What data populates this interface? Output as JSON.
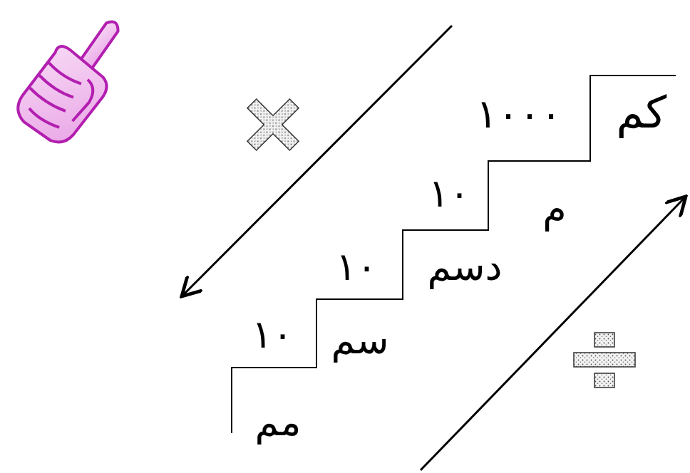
{
  "diagram": {
    "labels": [
      "١٠٠٠",
      "كم",
      "١٠",
      "م",
      "١٠",
      "دسم",
      "١٠",
      "سم",
      "مم"
    ]
  }
}
